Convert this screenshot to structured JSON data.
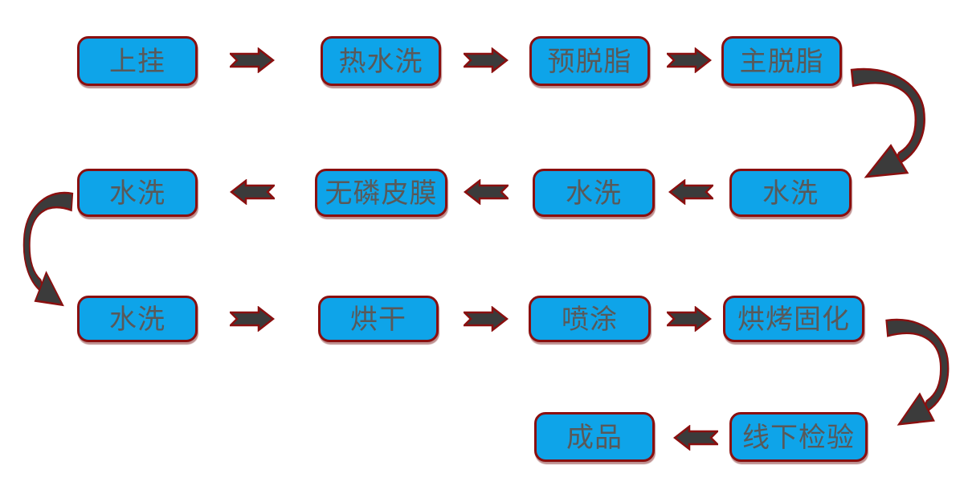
{
  "diagram": {
    "type": "flowchart",
    "background": "#ffffff"
  },
  "colors": {
    "box_fill": "#0ea4e9",
    "box_border": "#8a0f0f",
    "arrow_fill": "#3b3b3b",
    "arrow_outline": "#8a0f0f",
    "text_color": "#595959"
  },
  "flow": {
    "steps": [
      {
        "label": "上挂"
      },
      {
        "label": "热水洗"
      },
      {
        "label": "预脱脂"
      },
      {
        "label": "主脱脂"
      },
      {
        "label": "水洗"
      },
      {
        "label": "水洗"
      },
      {
        "label": "无磷皮膜"
      },
      {
        "label": "水洗"
      },
      {
        "label": "水洗"
      },
      {
        "label": "烘干"
      },
      {
        "label": "喷涂"
      },
      {
        "label": "烘烤固化"
      },
      {
        "label": "线下检验"
      },
      {
        "label": "成品"
      }
    ],
    "edges": [
      {
        "from": 0,
        "to": 1,
        "type": "straight-right"
      },
      {
        "from": 1,
        "to": 2,
        "type": "straight-right"
      },
      {
        "from": 2,
        "to": 3,
        "type": "straight-right"
      },
      {
        "from": 3,
        "to": 4,
        "type": "curved-down-left"
      },
      {
        "from": 4,
        "to": 5,
        "type": "straight-left"
      },
      {
        "from": 5,
        "to": 6,
        "type": "straight-left"
      },
      {
        "from": 6,
        "to": 7,
        "type": "straight-left"
      },
      {
        "from": 7,
        "to": 8,
        "type": "curved-down-right"
      },
      {
        "from": 8,
        "to": 9,
        "type": "straight-right"
      },
      {
        "from": 9,
        "to": 10,
        "type": "straight-right"
      },
      {
        "from": 10,
        "to": 11,
        "type": "straight-right"
      },
      {
        "from": 11,
        "to": 12,
        "type": "curved-down-left"
      },
      {
        "from": 12,
        "to": 13,
        "type": "straight-left"
      }
    ]
  }
}
